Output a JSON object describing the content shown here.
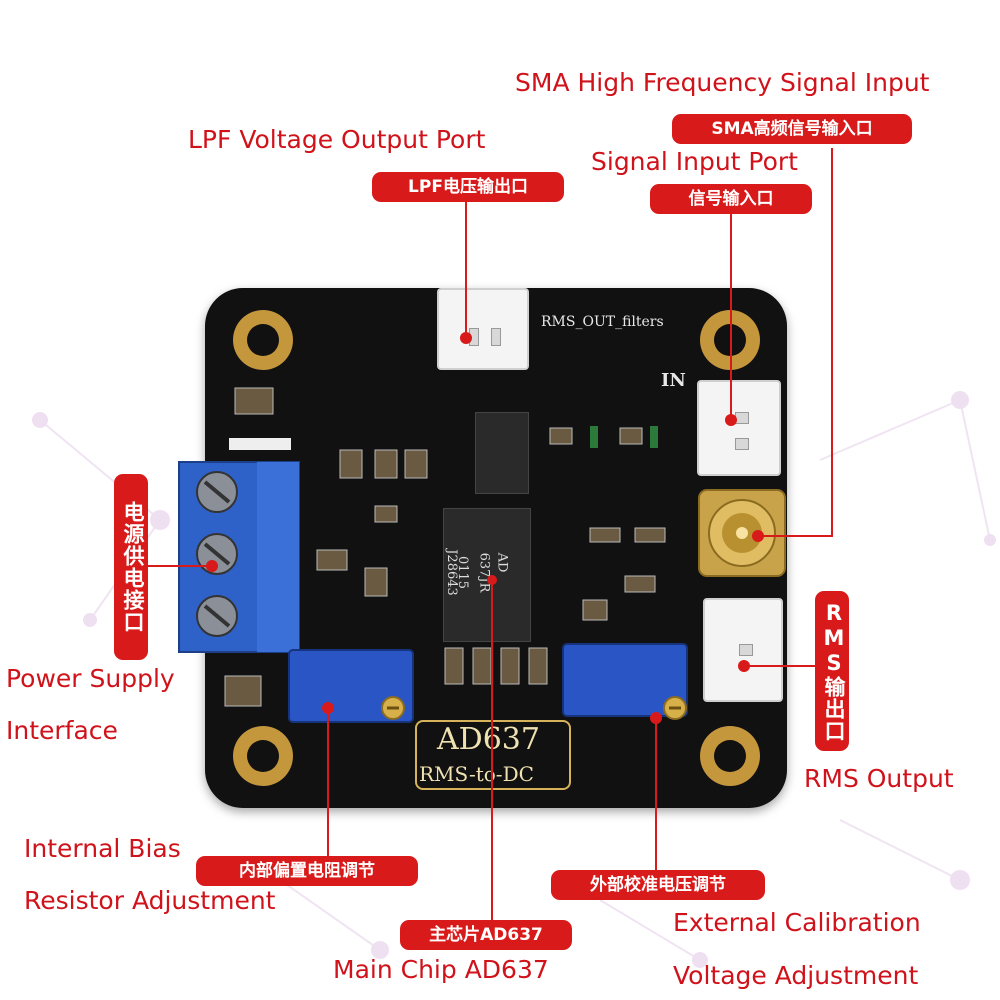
{
  "labels": {
    "sma_en": "SMA High Frequency Signal Input",
    "sma_cn": "SMA高频信号输入口",
    "lpf_en": "LPF Voltage Output Port",
    "lpf_cn": "LPF电压输出口",
    "signal_en": "Signal Input Port",
    "signal_cn": "信号输入口",
    "power_cn": "电源供电接口",
    "power_en_1": "Power Supply",
    "power_en_2": "Interface",
    "rms_cn": "RMS输出口",
    "rms_en": "RMS Output",
    "bias_en_1": "Internal Bias",
    "bias_en_2": "Resistor Adjustment",
    "bias_cn": "内部偏置电阻调节",
    "chip_cn": "主芯片AD637",
    "chip_en": "Main Chip AD637",
    "cal_cn": "外部校准电压调节",
    "cal_en_1": "External Calibration",
    "cal_en_2": "Voltage Adjustment"
  },
  "board": {
    "silk_rms_out": "RMS_OUT_filters",
    "silk_in": "IN",
    "silk_title": "AD637",
    "silk_subtitle": "RMS-to-DC",
    "chip_marking_1": "AD",
    "chip_marking_2": "637JR",
    "chip_marking_3": "0115",
    "chip_marking_4": "J28643"
  },
  "colors": {
    "accent": "#d91a1a",
    "label_text": "#d0121b",
    "board": "#111112",
    "terminal": "#2f62c9",
    "trimmer": "#2a55c4",
    "sma": "#c9a34a"
  }
}
